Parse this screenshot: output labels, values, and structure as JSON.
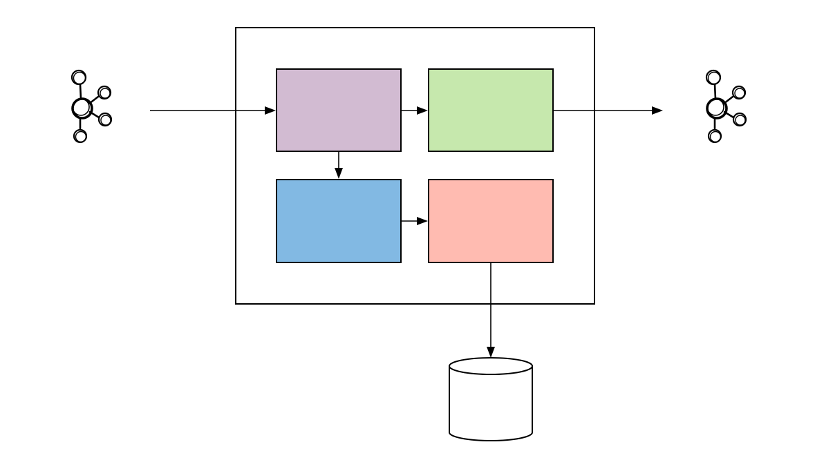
{
  "diagram": {
    "type": "flow",
    "container": {
      "label": ""
    },
    "nodes": [
      {
        "id": "input-network",
        "shape": "network-icon",
        "label": ""
      },
      {
        "id": "purple-block",
        "shape": "rectangle",
        "label": "",
        "color": "#d2bbd2"
      },
      {
        "id": "green-block",
        "shape": "rectangle",
        "label": "",
        "color": "#c6e8ad"
      },
      {
        "id": "blue-block",
        "shape": "rectangle",
        "label": "",
        "color": "#82b9e3"
      },
      {
        "id": "pink-block",
        "shape": "rectangle",
        "label": "",
        "color": "#ffbbb1"
      },
      {
        "id": "output-network",
        "shape": "network-icon",
        "label": ""
      },
      {
        "id": "database",
        "shape": "cylinder",
        "label": ""
      }
    ],
    "edges": [
      {
        "from": "input-network",
        "to": "purple-block"
      },
      {
        "from": "purple-block",
        "to": "green-block"
      },
      {
        "from": "purple-block",
        "to": "blue-block"
      },
      {
        "from": "blue-block",
        "to": "pink-block"
      },
      {
        "from": "green-block",
        "to": "output-network"
      },
      {
        "from": "pink-block",
        "to": "database"
      }
    ]
  },
  "colors": {
    "purple": "#d2bbd2",
    "green": "#c6e8ad",
    "blue": "#82b9e3",
    "pink": "#ffbbb1",
    "stroke": "#000000",
    "background": "#ffffff"
  }
}
